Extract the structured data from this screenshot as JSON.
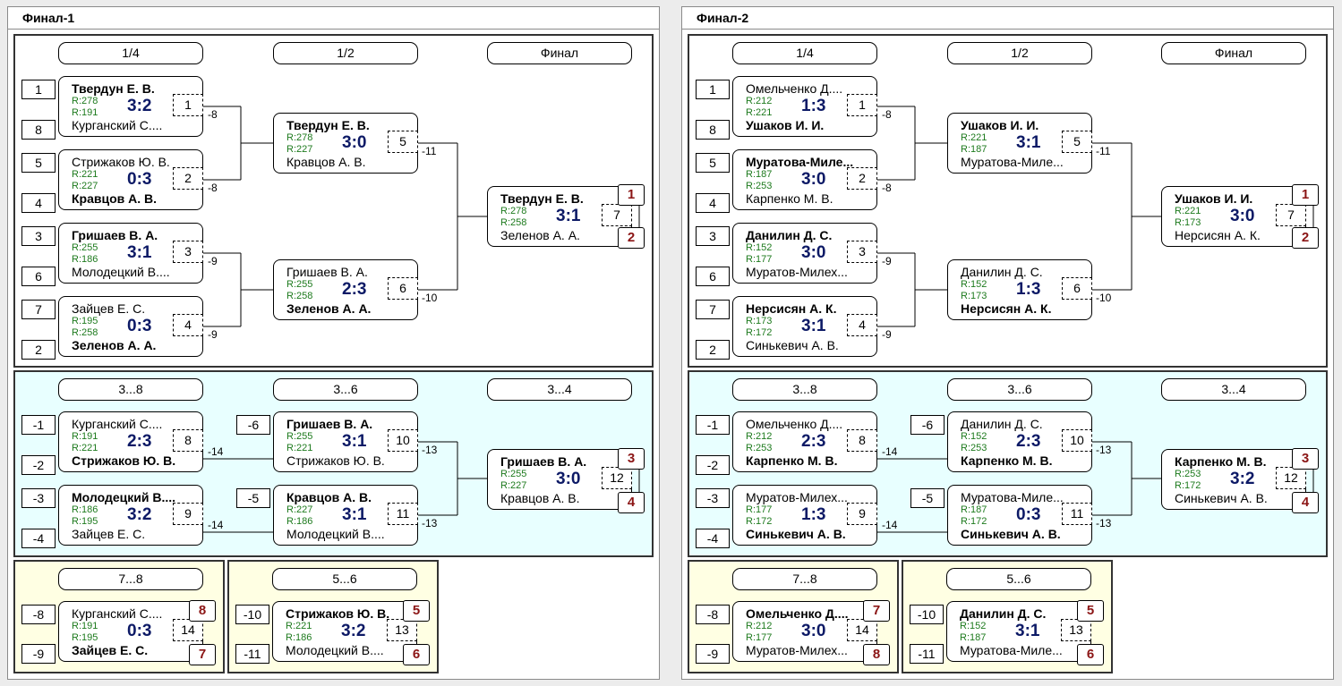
{
  "panels": [
    {
      "title": "Финал-1",
      "main": {
        "heads": [
          "1/4",
          "1/2",
          "Финал"
        ],
        "seeds": [
          "1",
          "8",
          "5",
          "4",
          "3",
          "6",
          "7",
          "2"
        ],
        "qf": [
          {
            "p1": "Твердун Е. В.",
            "p1win": true,
            "r1": "R:278",
            "p2": "Курганский С....",
            "p2win": false,
            "r2": "R:191",
            "score": "3:2",
            "no": "1",
            "loser": "-8"
          },
          {
            "p1": "Стрижаков Ю. В.",
            "p1win": false,
            "r1": "R:221",
            "p2": "Кравцов А. В.",
            "p2win": true,
            "r2": "R:227",
            "score": "0:3",
            "no": "2",
            "loser": "-8"
          },
          {
            "p1": "Гришаев В. А.",
            "p1win": true,
            "r1": "R:255",
            "p2": "Молодецкий В....",
            "p2win": false,
            "r2": "R:186",
            "score": "3:1",
            "no": "3",
            "loser": "-9"
          },
          {
            "p1": "Зайцев Е. С.",
            "p1win": false,
            "r1": "R:195",
            "p2": "Зеленов А. А.",
            "p2win": true,
            "r2": "R:258",
            "score": "0:3",
            "no": "4",
            "loser": "-9"
          }
        ],
        "sf": [
          {
            "p1": "Твердун Е. В.",
            "p1win": true,
            "r1": "R:278",
            "p2": "Кравцов А. В.",
            "p2win": false,
            "r2": "R:227",
            "score": "3:0",
            "no": "5",
            "loser": "-11"
          },
          {
            "p1": "Гришаев В. А.",
            "p1win": false,
            "r1": "R:255",
            "p2": "Зеленов А. А.",
            "p2win": true,
            "r2": "R:258",
            "score": "2:3",
            "no": "6",
            "loser": "-10"
          }
        ],
        "final": {
          "p1": "Твердун Е. В.",
          "p1win": true,
          "r1": "R:278",
          "p2": "Зеленов А. А.",
          "p2win": false,
          "r2": "R:258",
          "score": "3:1",
          "no": "7",
          "place1": "1",
          "place2": "2"
        }
      },
      "cons": {
        "heads": [
          "3...8",
          "3...6",
          "3...4"
        ],
        "seeds": [
          "-1",
          "-2",
          "-3",
          "-4"
        ],
        "seeds2": [
          "-6",
          "-5"
        ],
        "r1": [
          {
            "p1": "Курганский С....",
            "p1win": false,
            "r1": "R:191",
            "p2": "Стрижаков Ю. В.",
            "p2win": true,
            "r2": "R:221",
            "score": "2:3",
            "no": "8",
            "loser": "-14"
          },
          {
            "p1": "Молодецкий В....",
            "p1win": true,
            "r1": "R:186",
            "p2": "Зайцев Е. С.",
            "p2win": false,
            "r2": "R:195",
            "score": "3:2",
            "no": "9",
            "loser": "-14"
          }
        ],
        "r2": [
          {
            "p1": "Гришаев В. А.",
            "p1win": true,
            "r1": "R:255",
            "p2": "Стрижаков Ю. В.",
            "p2win": false,
            "r2": "R:221",
            "score": "3:1",
            "no": "10",
            "loser": "-13"
          },
          {
            "p1": "Кравцов А. В.",
            "p1win": true,
            "r1": "R:227",
            "p2": "Молодецкий В....",
            "p2win": false,
            "r2": "R:186",
            "score": "3:1",
            "no": "11",
            "loser": "-13"
          }
        ],
        "final": {
          "p1": "Гришаев В. А.",
          "p1win": true,
          "r1": "R:255",
          "p2": "Кравцов А. В.",
          "p2win": false,
          "r2": "R:227",
          "score": "3:0",
          "no": "12",
          "place1": "3",
          "place2": "4"
        }
      },
      "small": [
        {
          "head": "7...8",
          "seed1": "-8",
          "seed2": "-9",
          "match": {
            "p1": "Курганский С....",
            "p1win": false,
            "r1": "R:191",
            "p2": "Зайцев Е. С.",
            "p2win": true,
            "r2": "R:195",
            "score": "0:3",
            "no": "14",
            "place1": "8",
            "place2": "7"
          }
        },
        {
          "head": "5...6",
          "seed1": "-10",
          "seed2": "-11",
          "match": {
            "p1": "Стрижаков Ю. В.",
            "p1win": true,
            "r1": "R:221",
            "p2": "Молодецкий В....",
            "p2win": false,
            "r2": "R:186",
            "score": "3:2",
            "no": "13",
            "place1": "5",
            "place2": "6"
          }
        }
      ]
    },
    {
      "title": "Финал-2",
      "main": {
        "heads": [
          "1/4",
          "1/2",
          "Финал"
        ],
        "seeds": [
          "1",
          "8",
          "5",
          "4",
          "3",
          "6",
          "7",
          "2"
        ],
        "qf": [
          {
            "p1": "Омельченко Д....",
            "p1win": false,
            "r1": "R:212",
            "p2": "Ушаков И. И.",
            "p2win": true,
            "r2": "R:221",
            "score": "1:3",
            "no": "1",
            "loser": "-8"
          },
          {
            "p1": "Муратова-Миле...",
            "p1win": true,
            "r1": "R:187",
            "p2": "Карпенко М. В.",
            "p2win": false,
            "r2": "R:253",
            "score": "3:0",
            "no": "2",
            "loser": "-8"
          },
          {
            "p1": "Данилин Д. С.",
            "p1win": true,
            "r1": "R:152",
            "p2": "Муратов-Милех...",
            "p2win": false,
            "r2": "R:177",
            "score": "3:0",
            "no": "3",
            "loser": "-9"
          },
          {
            "p1": "Нерсисян А. К.",
            "p1win": true,
            "r1": "R:173",
            "p2": "Синькевич А. В.",
            "p2win": false,
            "r2": "R:172",
            "score": "3:1",
            "no": "4",
            "loser": "-9"
          }
        ],
        "sf": [
          {
            "p1": "Ушаков И. И.",
            "p1win": true,
            "r1": "R:221",
            "p2": "Муратова-Миле...",
            "p2win": false,
            "r2": "R:187",
            "score": "3:1",
            "no": "5",
            "loser": "-11"
          },
          {
            "p1": "Данилин Д. С.",
            "p1win": false,
            "r1": "R:152",
            "p2": "Нерсисян А. К.",
            "p2win": true,
            "r2": "R:173",
            "score": "1:3",
            "no": "6",
            "loser": "-10"
          }
        ],
        "final": {
          "p1": "Ушаков И. И.",
          "p1win": true,
          "r1": "R:221",
          "p2": "Нерсисян А. К.",
          "p2win": false,
          "r2": "R:173",
          "score": "3:0",
          "no": "7",
          "place1": "1",
          "place2": "2"
        }
      },
      "cons": {
        "heads": [
          "3...8",
          "3...6",
          "3...4"
        ],
        "seeds": [
          "-1",
          "-2",
          "-3",
          "-4"
        ],
        "seeds2": [
          "-6",
          "-5"
        ],
        "r1": [
          {
            "p1": "Омельченко Д....",
            "p1win": false,
            "r1": "R:212",
            "p2": "Карпенко М. В.",
            "p2win": true,
            "r2": "R:253",
            "score": "2:3",
            "no": "8",
            "loser": "-14"
          },
          {
            "p1": "Муратов-Милех...",
            "p1win": false,
            "r1": "R:177",
            "p2": "Синькевич А. В.",
            "p2win": true,
            "r2": "R:172",
            "score": "1:3",
            "no": "9",
            "loser": "-14"
          }
        ],
        "r2": [
          {
            "p1": "Данилин Д. С.",
            "p1win": false,
            "r1": "R:152",
            "p2": "Карпенко М. В.",
            "p2win": true,
            "r2": "R:253",
            "score": "2:3",
            "no": "10",
            "loser": "-13"
          },
          {
            "p1": "Муратова-Миле...",
            "p1win": false,
            "r1": "R:187",
            "p2": "Синькевич А. В.",
            "p2win": true,
            "r2": "R:172",
            "score": "0:3",
            "no": "11",
            "loser": "-13"
          }
        ],
        "final": {
          "p1": "Карпенко М. В.",
          "p1win": true,
          "r1": "R:253",
          "p2": "Синькевич А. В.",
          "p2win": false,
          "r2": "R:172",
          "score": "3:2",
          "no": "12",
          "place1": "3",
          "place2": "4"
        }
      },
      "small": [
        {
          "head": "7...8",
          "seed1": "-8",
          "seed2": "-9",
          "match": {
            "p1": "Омельченко Д....",
            "p1win": true,
            "r1": "R:212",
            "p2": "Муратов-Милех...",
            "p2win": false,
            "r2": "R:177",
            "score": "3:0",
            "no": "14",
            "place1": "7",
            "place2": "8"
          }
        },
        {
          "head": "5...6",
          "seed1": "-10",
          "seed2": "-11",
          "match": {
            "p1": "Данилин Д. С.",
            "p1win": true,
            "r1": "R:152",
            "p2": "Муратова-Миле...",
            "p2win": false,
            "r2": "R:187",
            "score": "3:1",
            "no": "13",
            "place1": "5",
            "place2": "6"
          }
        }
      ]
    }
  ]
}
